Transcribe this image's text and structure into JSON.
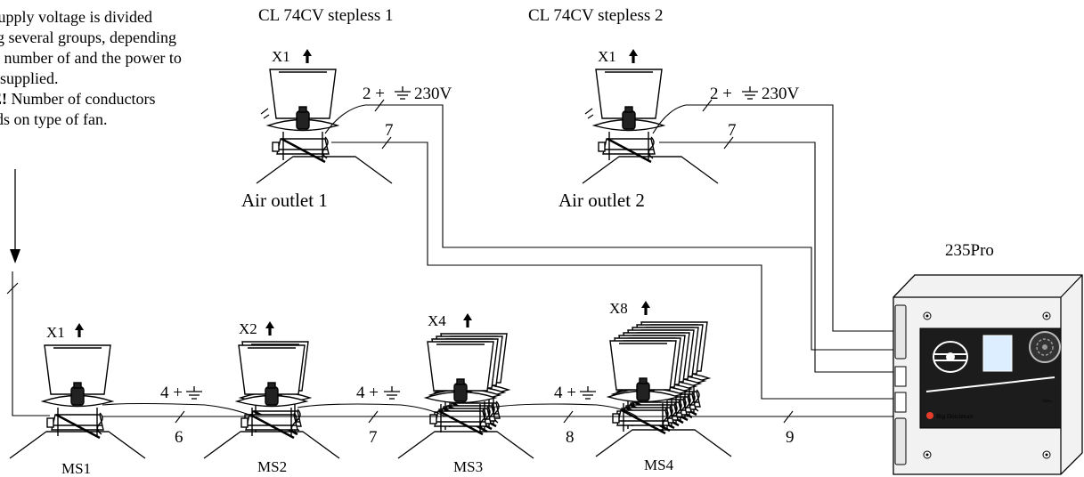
{
  "note": {
    "line1": "e supply voltage is divided",
    "line2": "ong several groups, depending",
    "line3": "the number of and the power to",
    "line4": "supplied.",
    "line5_bold": "TE!",
    "line5_rest": " Number of conductors",
    "line6": "ends on type of fan."
  },
  "roof_units": [
    {
      "title": "CL 74CV stepless 1",
      "qty": "X1",
      "cable_power": "2 +",
      "voltage": "230V",
      "cable_count": "7",
      "outlet": "Air outlet 1"
    },
    {
      "title": "CL 74CV stepless 2",
      "qty": "X1",
      "cable_power": "2 +",
      "voltage": "230V",
      "cable_count": "7",
      "outlet": "Air outlet 2"
    }
  ],
  "wall_units": [
    {
      "qty": "X1",
      "name": "MS1",
      "cable_count": "6"
    },
    {
      "qty": "X2",
      "name": "MS2",
      "cable_count": "7"
    },
    {
      "qty": "X4",
      "name": "MS3",
      "cable_count": "8"
    },
    {
      "qty": "X8",
      "name": "MS4",
      "cable_count": "9"
    }
  ],
  "link_power": [
    "4 +",
    "4 +",
    "4 +"
  ],
  "controller": {
    "label": "235Pro",
    "brand": "Big Dutchman",
    "model_tag": "235Pro"
  },
  "colors": {
    "line": "#000000",
    "panel": "#1c1c1c",
    "screen": "#dceeff",
    "housing": "#f2f2f2"
  }
}
